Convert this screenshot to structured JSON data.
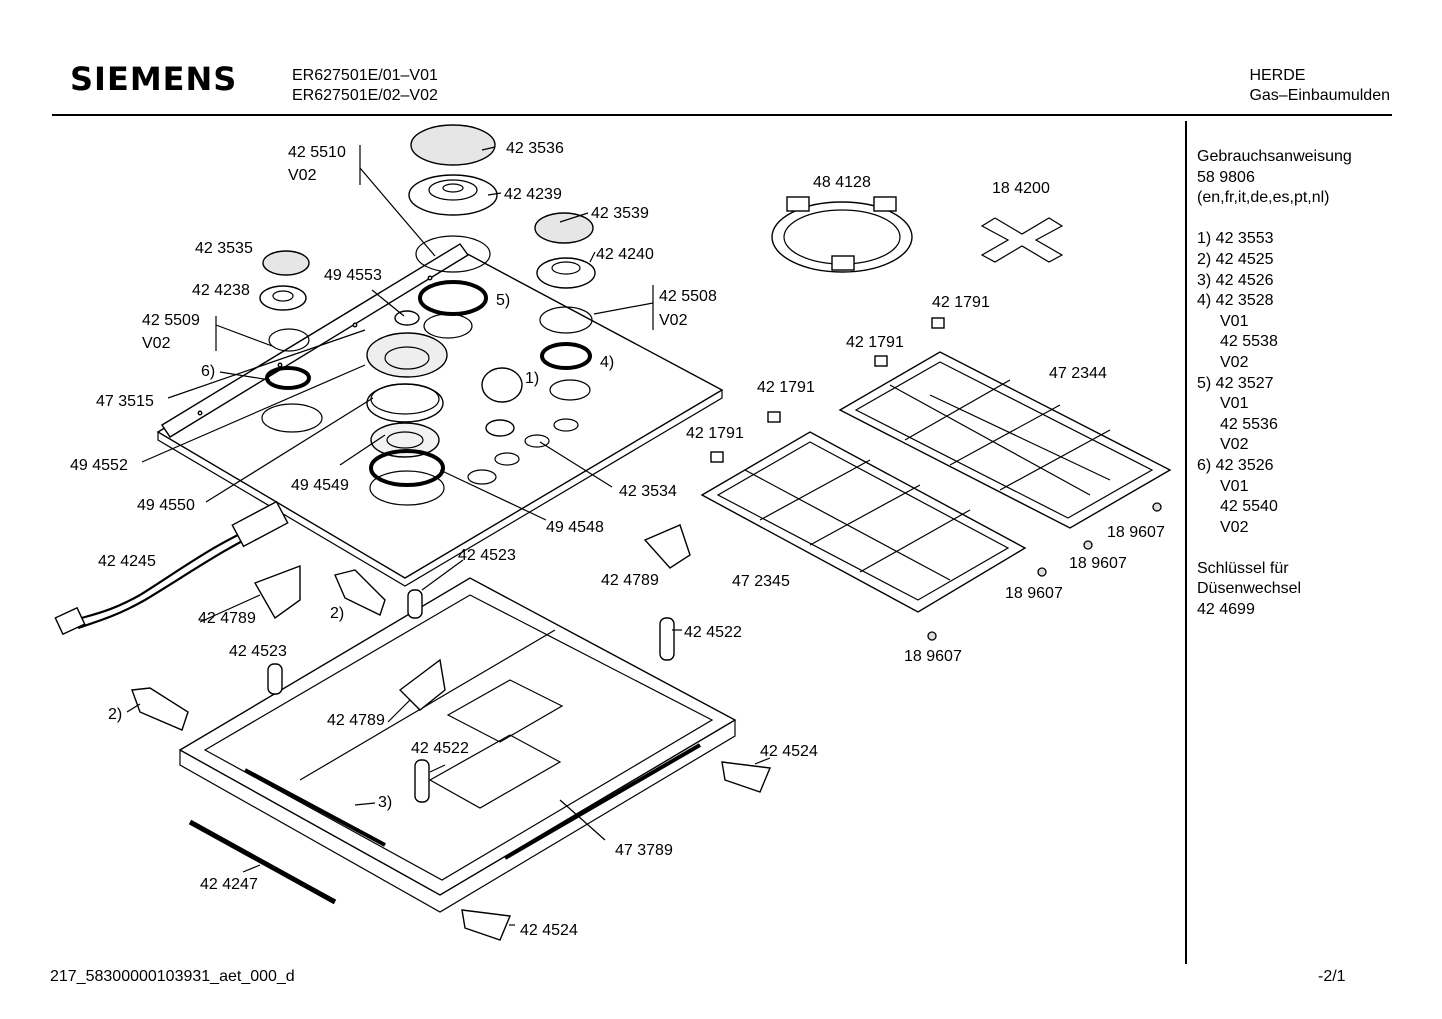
{
  "header": {
    "brand": "SIEMENS",
    "model_line_1": "ER627501E/01–V01",
    "model_line_2": "ER627501E/02–V02",
    "category_line_1": "HERDE",
    "category_line_2": "Gas–Einbaumulden"
  },
  "labels": {
    "p425510": "42 5510",
    "v02a": "V02",
    "p423536": "42 3536",
    "p424239": "42 4239",
    "p423539": "42 3539",
    "p423535": "42 3535",
    "p424240": "42 4240",
    "p494553": "49 4553",
    "p424238": "42 4238",
    "p425508": "42 5508",
    "v02b": "V02",
    "p425509": "42 5509",
    "v02c": "V02",
    "c5": "5)",
    "c6": "6)",
    "c4": "4)",
    "c1": "1)",
    "p473515": "47 3515",
    "p494552": "49 4552",
    "p494550": "49 4550",
    "p494549": "49 4549",
    "p423534": "42 3534",
    "p494548": "49 4548",
    "p484128": "48 4128",
    "p184200": "18 4200",
    "p421791a": "42 1791",
    "p421791b": "42 1791",
    "p421791c": "42 1791",
    "p421791d": "42 1791",
    "p472344": "47 2344",
    "p472345": "47 2345",
    "p189607a": "18 9607",
    "p189607b": "18 9607",
    "p189607c": "18 9607",
    "p189607d": "18 9607",
    "p424245": "42 4245",
    "p424523a": "42 4523",
    "p424789a": "42 4789",
    "c2a": "2)",
    "p424789b": "42 4789",
    "p424522a": "42 4522",
    "p424523b": "42 4523",
    "c2b": "2)",
    "p424789c": "42 4789",
    "p424522b": "42 4522",
    "c3": "3)",
    "p424524a": "42 4524",
    "p473789": "47 3789",
    "p424247": "42 4247",
    "p424524b": "42 4524"
  },
  "sidebar": {
    "manual_title": "Gebrauchsanweisung",
    "manual_no": "58 9806",
    "manual_langs": "(en,fr,it,de,es,pt,nl)",
    "f1": "1)  42 3553",
    "f2": "2)  42 4525",
    "f3": "3)  42 4526",
    "f4": "4)  42 3528",
    "f4_v01": "V01",
    "f4_alt": "42 5538",
    "f4_v02": "V02",
    "f5": "5)  42 3527",
    "f5_v01": "V01",
    "f5_alt": "42 5536",
    "f5_v02": "V02",
    "f6": "6)  42 3526",
    "f6_v01": "V01",
    "f6_alt": "42 5540",
    "f6_v02": "V02",
    "key_title": "Schlüssel für",
    "key_sub": "Düsenwechsel",
    "key_no": "42 4699"
  },
  "footer": {
    "doc_id": "217_58300000103931_aet_000_d",
    "page": "-2/1"
  }
}
